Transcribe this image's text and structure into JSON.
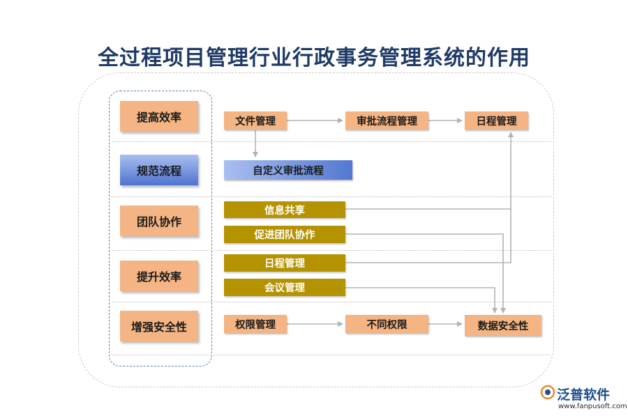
{
  "title": "全过程项目管理行业行政事务管理系统的作用",
  "categories": [
    "提高效率",
    "规范流程",
    "团队协作",
    "提升效率",
    "增强安全性"
  ],
  "flow": {
    "row1": [
      "文件管理",
      "审批流程管理",
      "日程管理"
    ],
    "custom_approval": "自定义审批流程",
    "team_items": [
      "信息共享",
      "促进团队协作",
      "日程管理",
      "会议管理"
    ],
    "security": [
      "权限管理",
      "不同权限",
      "数据安全性"
    ]
  },
  "colors": {
    "orange_box": "#f4b483",
    "gold_box": "#b59200",
    "blue_box": "#5378d2",
    "title": "#1f3a66",
    "arrow": "#b3b3b3"
  },
  "logo": {
    "name": "泛普软件",
    "url": "www.fanpusoft.com",
    "icon": "fanpu-logo-icon"
  }
}
